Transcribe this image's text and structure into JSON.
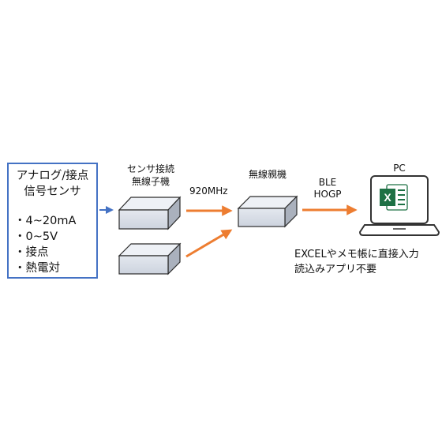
{
  "sensor_box": {
    "title_line1": "アナログ/接点",
    "title_line2": "信号センサ",
    "items": [
      "・4~20mA",
      "・0~5V",
      "・接点",
      "・熱電対"
    ]
  },
  "slave_unit": {
    "label_line1": "センサ接続",
    "label_line2": "無線子機"
  },
  "link_920": "920MHz",
  "master_unit": {
    "label": "無線親機"
  },
  "link_ble": {
    "line1": "BLE",
    "line2": "HOGP"
  },
  "pc": {
    "label": "PC",
    "app_icon_letter": "X"
  },
  "note": {
    "line1": "EXCELやメモ帳に直接入力",
    "line2": "読込みアプリ不要"
  },
  "colors": {
    "sensor_border": "#4472c4",
    "blue_arrow": "#4472c4",
    "orange_arrow": "#ed7d31",
    "device_face": "#d9dee8",
    "device_top": "#eef1f6",
    "device_side": "#aab1bd",
    "device_edge": "#2b2b2b",
    "excel_green": "#1e7145"
  }
}
